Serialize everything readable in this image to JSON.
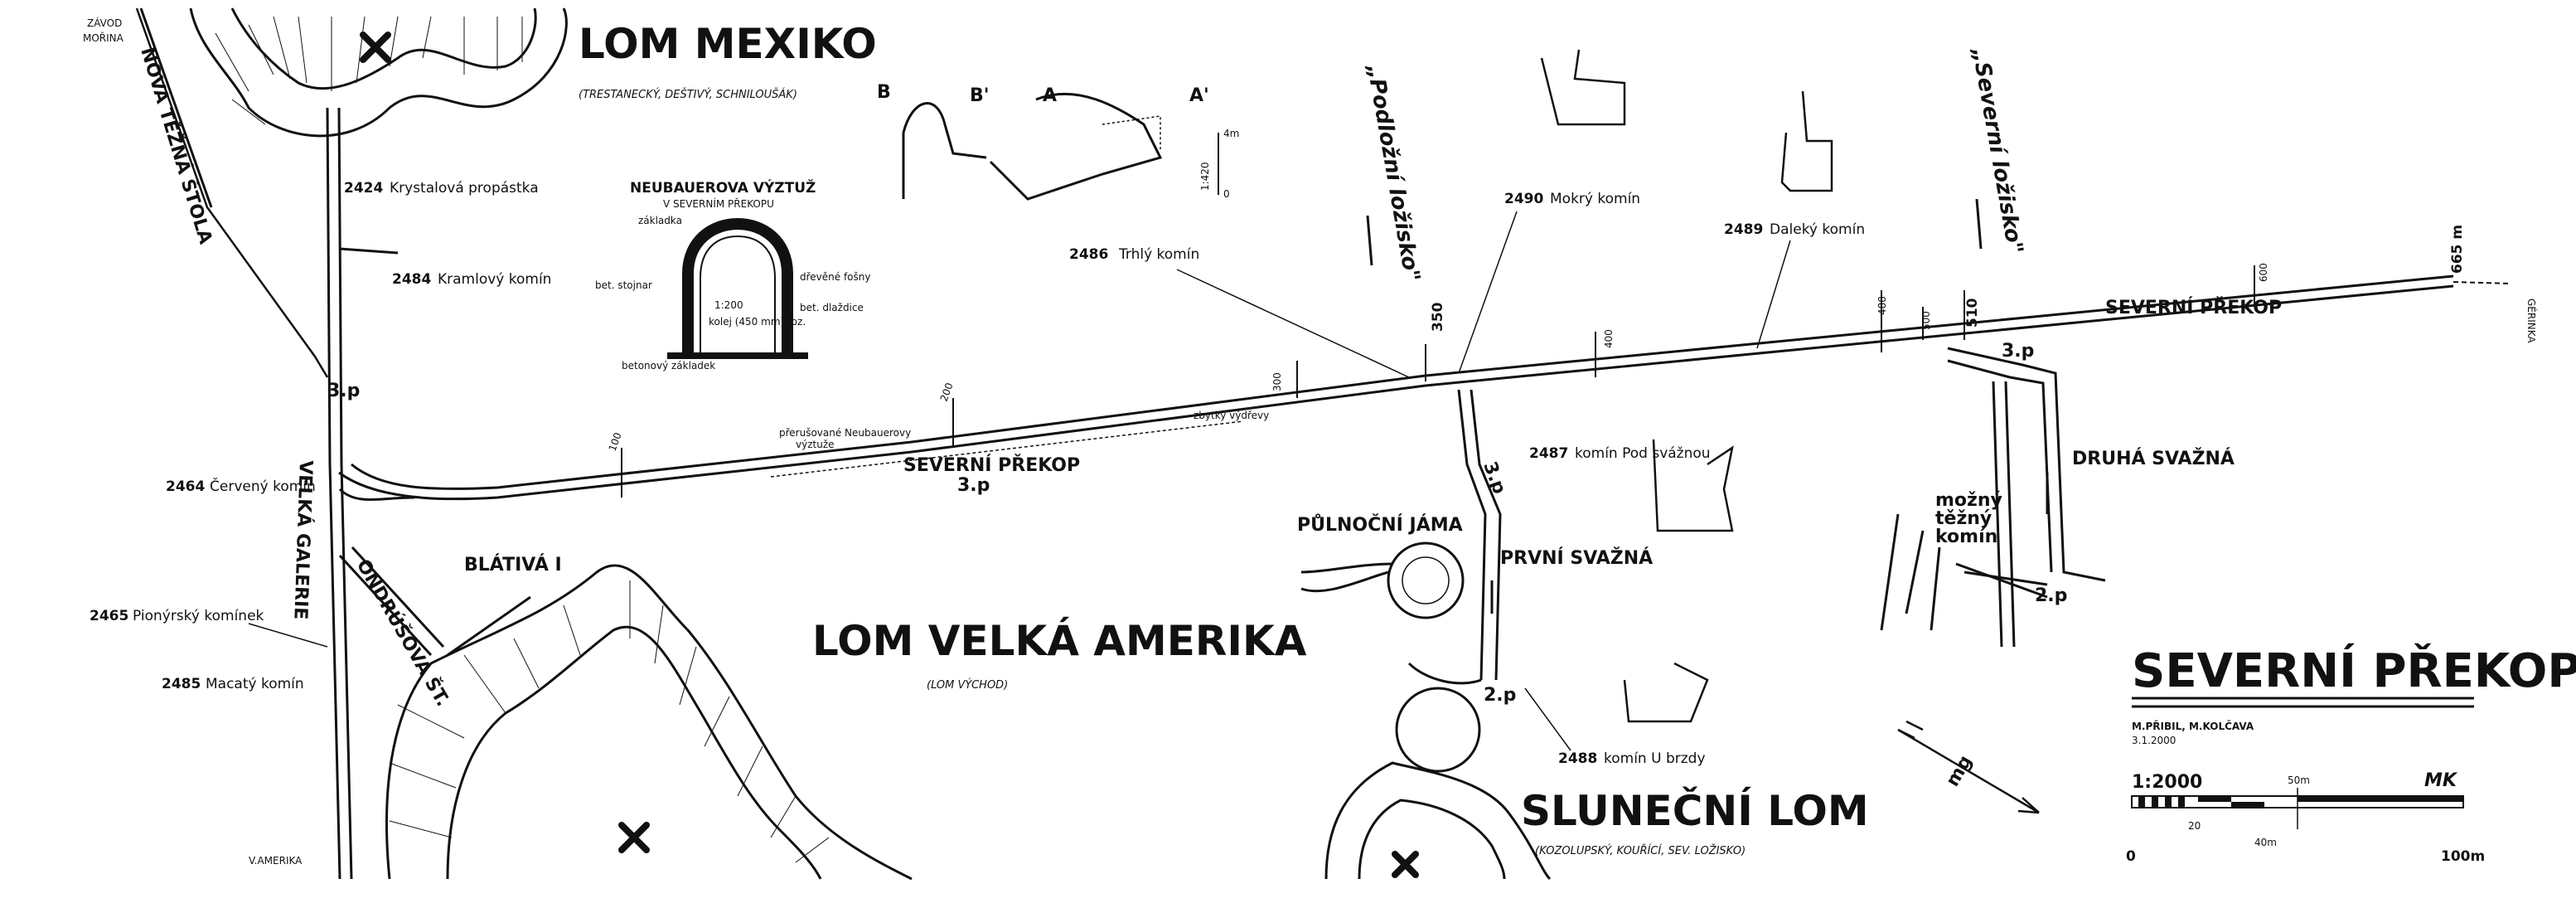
{
  "pits": {
    "mexiko": {
      "name": "LOM MEXIKO",
      "sub": "(TRESTANECKÝ, DEŠTIVÝ, SCHNILOUŠÁK)"
    },
    "amerika": {
      "name": "LOM VELKÁ AMERIKA",
      "sub": "(LOM VÝCHOD)"
    },
    "slunecni": {
      "name": "SLUNEČNÍ LOM",
      "sub": "(KOZOLUPSKÝ, KOUŘÍCÍ, SEV. LOŽISKO)"
    },
    "pulnocni": {
      "name": "PŮLNOČNÍ JÁMA"
    },
    "blativa": {
      "name": "BLÁTIVÁ I"
    }
  },
  "labels": {
    "zavod": "ZÁVOD",
    "morina": "MOŘINA",
    "nova_tezna": "NOVÁ TĚŽNÁ ŠTOLA",
    "velka_galerie": "VELKÁ GALERIE",
    "ondrusova": "ONDRÚŠOVA ŠT.",
    "v_amerika": "V.AMERIKA",
    "severni_prekop_mid": "SEVERNÍ PŘEKOP",
    "severni_prekop_right": "SEVERNÍ PŘEKOP",
    "prerusovane": "přerušované Neubauerovy",
    "vyztuze": "výztuže",
    "zbytky": "zbytky výdřevy",
    "prvni_svazna": "PRVNÍ SVAŽNÁ",
    "druha_svazna": "DRUHÁ SVAŽNÁ",
    "mozny_tezny": [
      "možný",
      "těžný",
      "komín"
    ],
    "podlozni": "„Podložní ložisko\"",
    "severni_lozisko": "„Severní ložisko\"",
    "gerinka": "GÉRINKA",
    "p3": "3.p",
    "p2": "2.p"
  },
  "chimneys": [
    {
      "num": "2424",
      "name": "Krystalová propástka"
    },
    {
      "num": "2484",
      "name": "Kramlový komín"
    },
    {
      "num": "2464",
      "name": "Červený komín"
    },
    {
      "num": "2465",
      "name": "Pionýrský komínek"
    },
    {
      "num": "2485",
      "name": "Macatý komín"
    },
    {
      "num": "2486",
      "name": "Trhlý komín"
    },
    {
      "num": "2490",
      "name": "Mokrý komín"
    },
    {
      "num": "2489",
      "name": "Daleký komín"
    },
    {
      "num": "2487",
      "name": "komín Pod svážnou"
    },
    {
      "num": "2488",
      "name": "komín U brzdy"
    }
  ],
  "distances": [
    "100",
    "200",
    "300",
    "350",
    "400",
    "488",
    "500",
    "510",
    "600",
    "665 m"
  ],
  "inset": {
    "title": "NEUBAUEROVA VÝZTUŽ",
    "sub": "V SEVERNÍM PŘEKOPU",
    "scale": "1:200",
    "parts": [
      "základka",
      "dřevěné fošny",
      "bet. stojnar",
      "bet. dlaždice",
      "kolej (450 mm) roz.",
      "betonový základek"
    ]
  },
  "profile": {
    "labels": [
      "B",
      "B'",
      "A",
      "A'"
    ],
    "scale": "1:420",
    "marks": [
      "4m",
      "0"
    ]
  },
  "legend": {
    "title": "SEVERNÍ PŘEKOP",
    "authors": "M.PŘIBIL, M.KOLČAVA",
    "date": "3.1.2000",
    "scale": "1:2000",
    "bar_labels": [
      "0",
      "20",
      "40m",
      "50m",
      "100m"
    ],
    "signature": "MK"
  },
  "north": {
    "label": "mg"
  }
}
